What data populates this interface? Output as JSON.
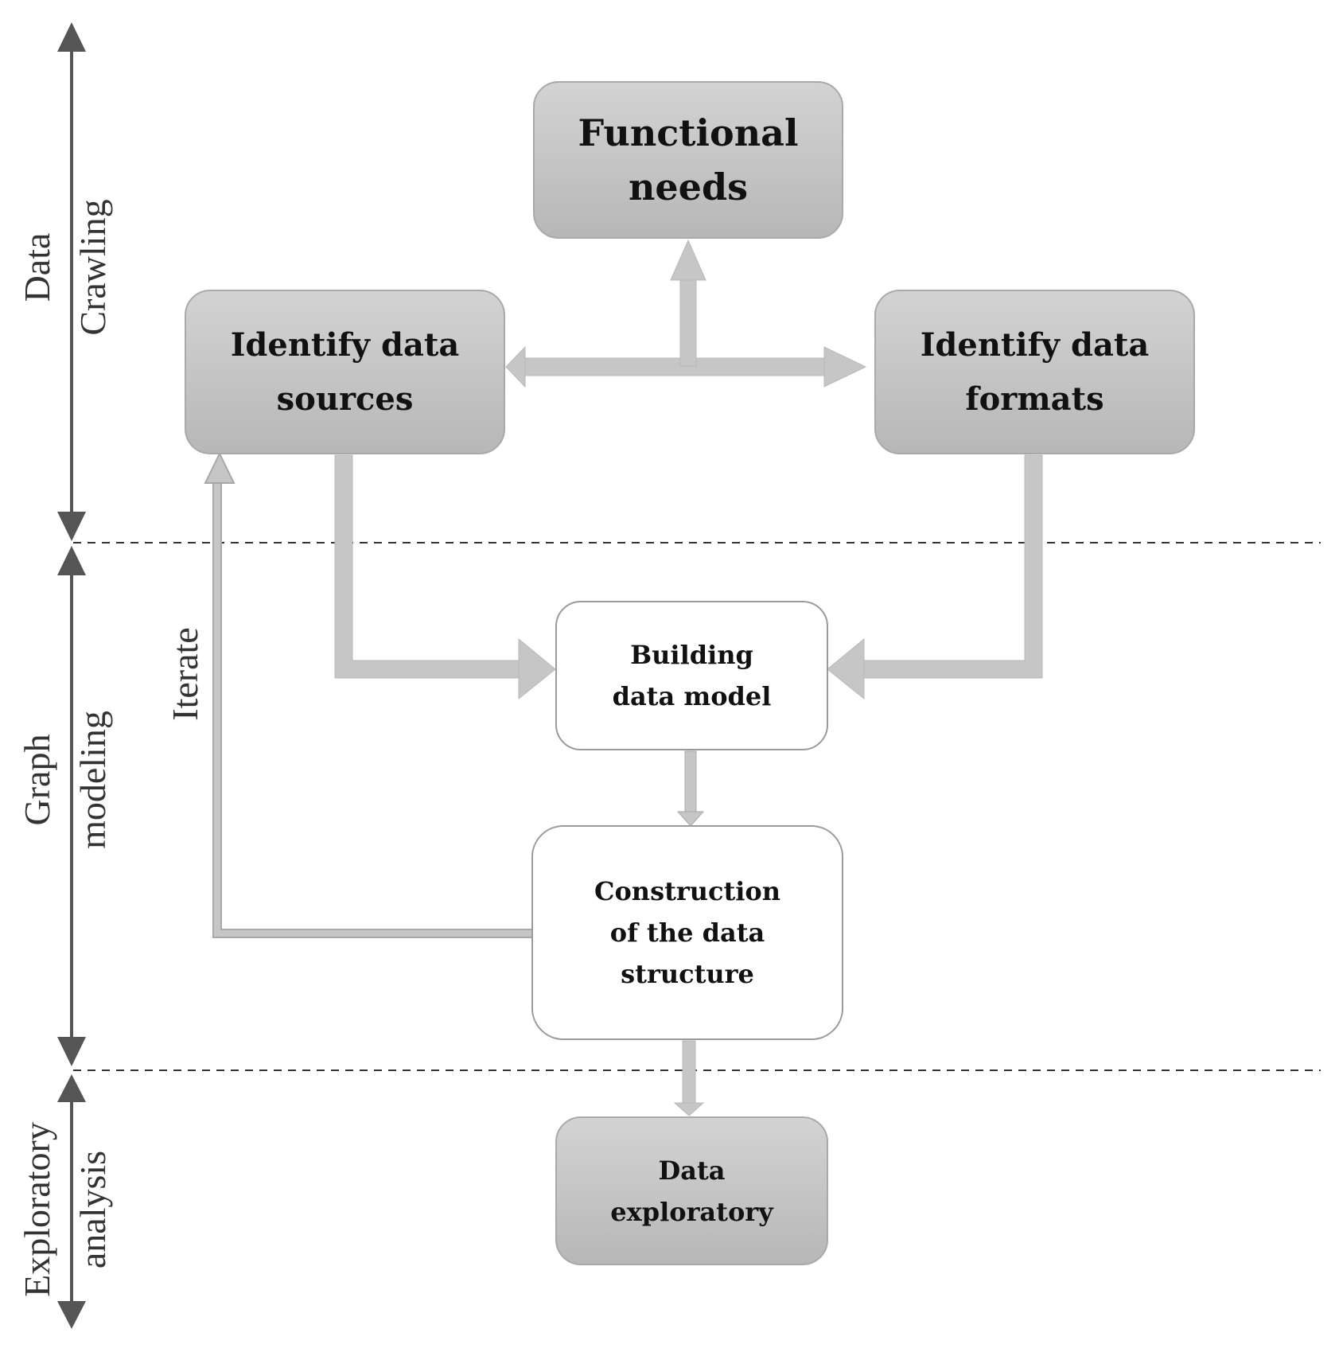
{
  "phases": [
    {
      "id": "crawling",
      "lines": [
        "Data",
        "Crawling"
      ]
    },
    {
      "id": "modeling",
      "lines": [
        "Graph",
        "modeling"
      ]
    },
    {
      "id": "exploratory",
      "lines": [
        "Exploratory",
        "analysis"
      ]
    }
  ],
  "nodes": {
    "functional_needs": {
      "lines": [
        "Functional",
        "needs"
      ]
    },
    "identify_sources": {
      "lines": [
        "Identify data",
        "sources"
      ]
    },
    "identify_formats": {
      "lines": [
        "Identify data",
        "formats"
      ]
    },
    "building_model": {
      "lines": [
        "Building",
        "data model"
      ]
    },
    "construction": {
      "lines": [
        "Construction",
        "of the data",
        "structure"
      ]
    },
    "exploratory": {
      "lines": [
        "Data",
        "exploratory"
      ]
    }
  },
  "iterate_label": "Iterate",
  "colors": {
    "gray_box_top": "#d3d3d3",
    "gray_box_bottom": "#b7b7b7",
    "connector": "#c6c6c6",
    "phase_arrow": "#555555",
    "divider": "#333333"
  }
}
